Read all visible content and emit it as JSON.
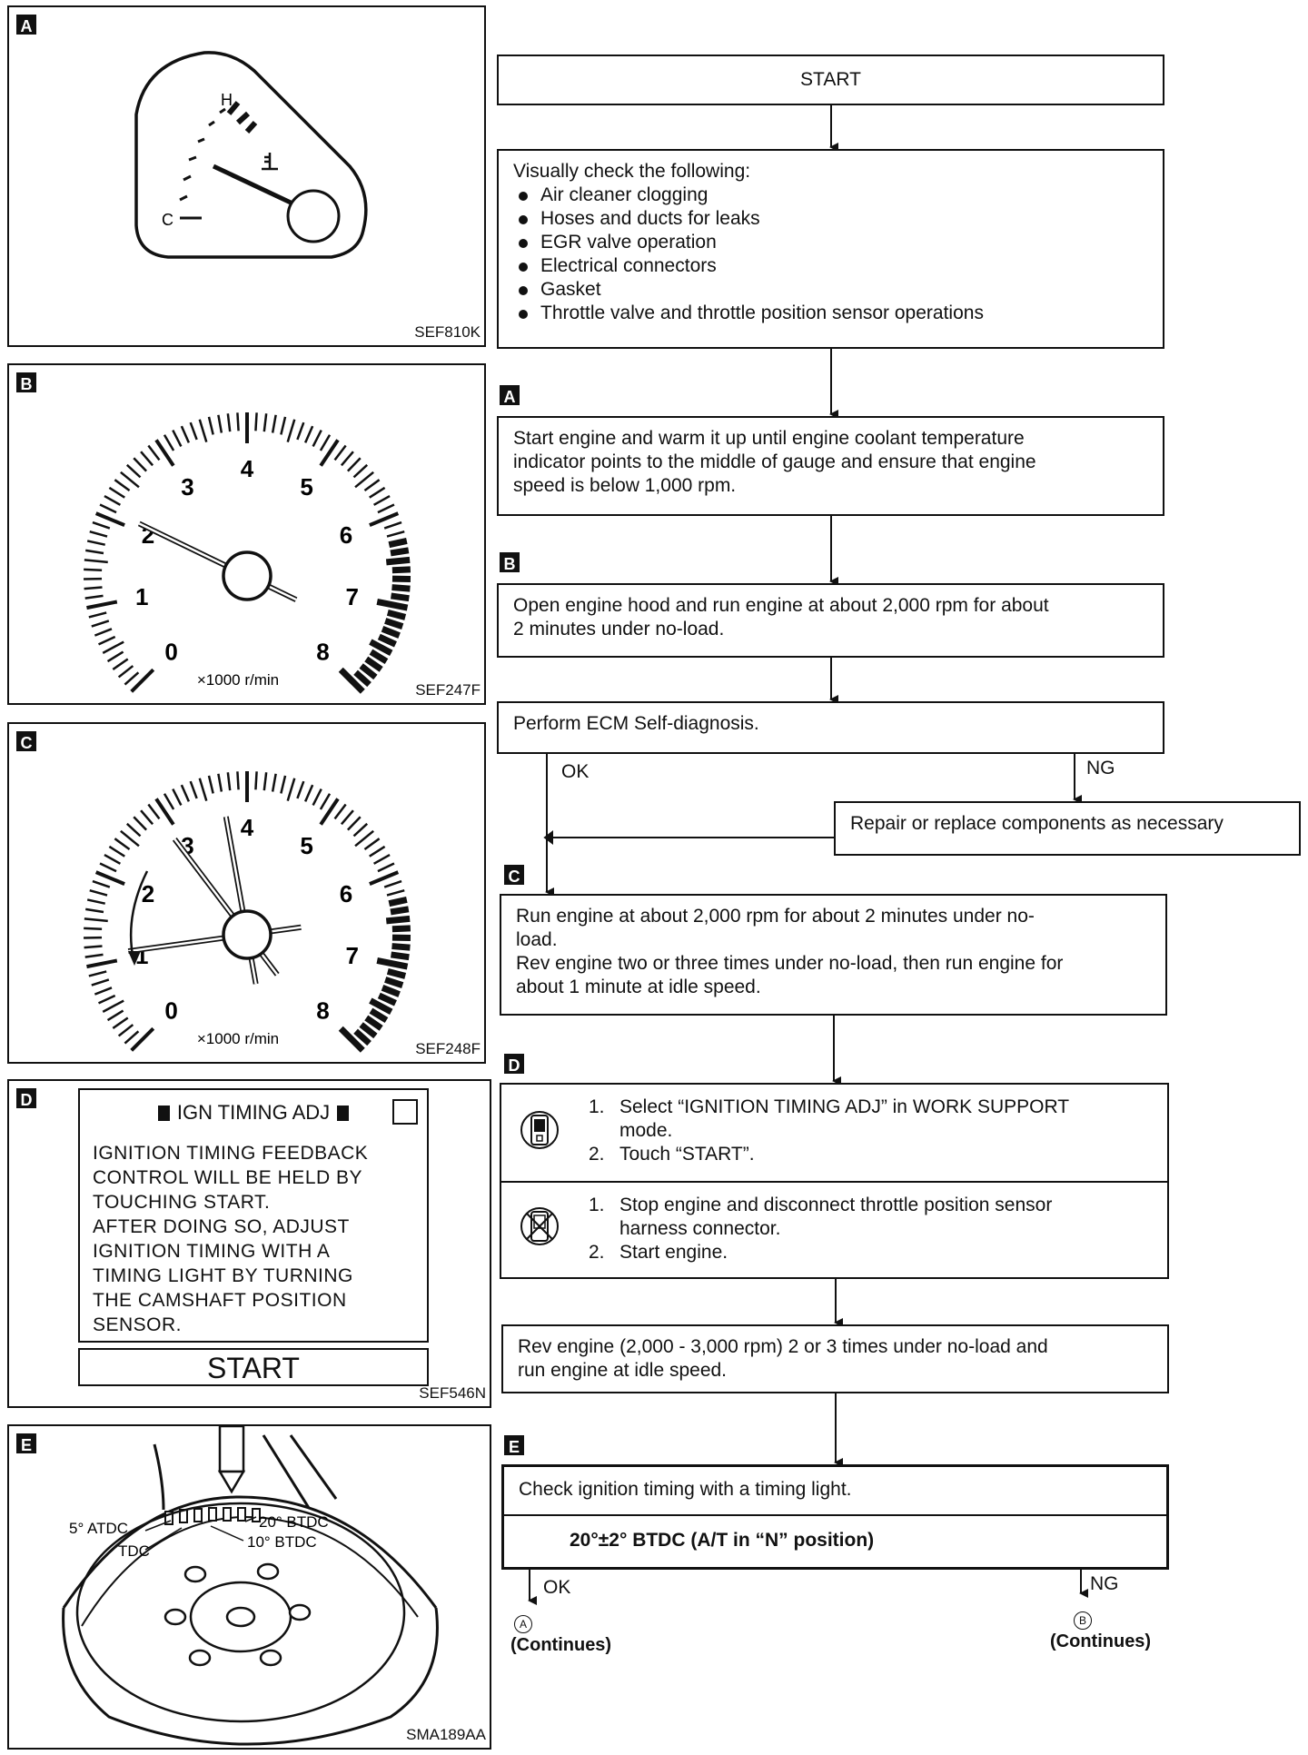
{
  "figures": {
    "a": {
      "tag": "A",
      "ref": "SEF810K",
      "gauge_labels": {
        "hot": "H",
        "cold": "C"
      }
    },
    "b": {
      "tag": "B",
      "ref": "SEF247F",
      "dial_numbers": [
        "0",
        "1",
        "2",
        "3",
        "4",
        "5",
        "6",
        "7",
        "8"
      ],
      "unit": "×1000 r/min"
    },
    "c": {
      "tag": "C",
      "ref": "SEF248F",
      "dial_numbers": [
        "0",
        "1",
        "2",
        "3",
        "4",
        "5",
        "6",
        "7",
        "8"
      ],
      "unit": "×1000 r/min"
    },
    "d": {
      "tag": "D",
      "ref": "SEF546N",
      "title": "IGN TIMING ADJ",
      "body_lines": [
        "IGNITION TIMING FEEDBACK",
        "CONTROL WILL BE HELD BY",
        "TOUCHING START.",
        "AFTER DOING SO, ADJUST",
        "IGNITION TIMING WITH A",
        "TIMING LIGHT BY TURNING",
        "THE CAMSHAFT POSITION",
        "SENSOR."
      ],
      "start_button": "START"
    },
    "e": {
      "tag": "E",
      "ref": "SMA189AA",
      "marks": {
        "atdc": "5° ATDC",
        "tdc": "TDC",
        "btdc10": "10° BTDC",
        "btdc20": "20° BTDC"
      }
    }
  },
  "flow": {
    "start": "START",
    "visual_check": {
      "heading": "Visually check the following:",
      "items": [
        "Air cleaner clogging",
        "Hoses and ducts for leaks",
        "EGR valve operation",
        "Electrical connectors",
        "Gasket",
        "Throttle valve and throttle position sensor operations"
      ]
    },
    "step_a": {
      "tag": "A",
      "lines": [
        "Start engine and warm it up until engine coolant temperature",
        "indicator points to the middle of gauge and ensure that engine",
        "speed is below 1,000 rpm."
      ]
    },
    "step_b": {
      "tag": "B",
      "lines": [
        "Open engine hood and run engine at about 2,000 rpm for about",
        "2 minutes under no-load."
      ]
    },
    "self_diag": "Perform ECM Self-diagnosis.",
    "ok": "OK",
    "ng": "NG",
    "repair": "Repair or replace components as necessary",
    "step_c": {
      "tag": "C",
      "lines": [
        "Run engine at about 2,000 rpm for about 2 minutes under no-",
        "load.",
        "Rev engine two or three times under no-load, then run engine for",
        "about 1 minute at idle speed."
      ]
    },
    "step_d": {
      "tag": "D",
      "with_consult": [
        {
          "num": "1.",
          "lines": [
            "Select “IGNITION TIMING ADJ” in WORK SUPPORT",
            "mode."
          ]
        },
        {
          "num": "2.",
          "lines": [
            "Touch “START”."
          ]
        }
      ],
      "without_consult": [
        {
          "num": "1.",
          "lines": [
            "Stop engine and disconnect throttle position sensor",
            "harness connector."
          ]
        },
        {
          "num": "2.",
          "lines": [
            "Start engine."
          ]
        }
      ]
    },
    "rev": {
      "lines": [
        "Rev engine (2,000 - 3,000 rpm) 2 or 3 times under no-load and",
        "run engine at idle speed."
      ]
    },
    "step_e": {
      "tag": "E",
      "check": "Check ignition timing with a timing light.",
      "spec": "20°±2° BTDC (A/T in “N” position)"
    },
    "ok2": "OK",
    "ng2": "NG",
    "cont_a": {
      "symbol": "A",
      "label": "(Continues)"
    },
    "cont_b": {
      "symbol": "B",
      "label": "(Continues)"
    }
  }
}
